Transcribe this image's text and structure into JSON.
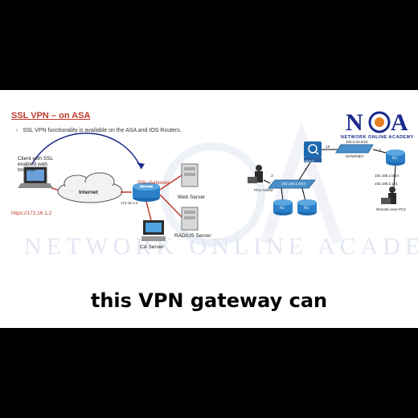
{
  "slide": {
    "title": "SSL VPN – on ASA",
    "bullet": "SSL VPN functionality is available on the ASA and IOS Routers."
  },
  "logo": {
    "letters": "NOA",
    "tagline": "NETWORK ONLINE ACADEMY"
  },
  "watermark": "NETWORK ONLINE ACADEMY",
  "left_diagram": {
    "client_label": "Client with SSL enabled web browser",
    "client_ip": "https://172.16.1.2",
    "internet_label": "Internet",
    "gateway_label": "SSL Gateway",
    "gateway_ip": "172.16.1.2",
    "web_server_label": "Web Server",
    "radius_server_label": "RADIUS Server",
    "ca_server_label": "CA Server"
  },
  "right_diagram": {
    "asa_label": "ASA-1",
    "internet_label": "INTERNET",
    "pc1_label": "PC1-ASDM",
    "remote_label": "Remote User-PC2",
    "r1_label": "R1",
    "r2_label": "R2",
    "r3_label": "R3",
    "lan_net": "192.168.1.0/24",
    "wan_net": "100.0.20.0/24",
    "remote_net": "192.168.2.0/24",
    "remote_ip": "192.168.2.101",
    "if_10": ".10",
    "if_1": ".1",
    "if_2": ".2",
    "if_3": ".3"
  },
  "caption": "this VPN gateway can",
  "colors": {
    "title_red": "#c0392b",
    "router_blue": "#1e6ab0",
    "switch_blue": "#4a90c8",
    "caption_bg": "#ffffff"
  }
}
